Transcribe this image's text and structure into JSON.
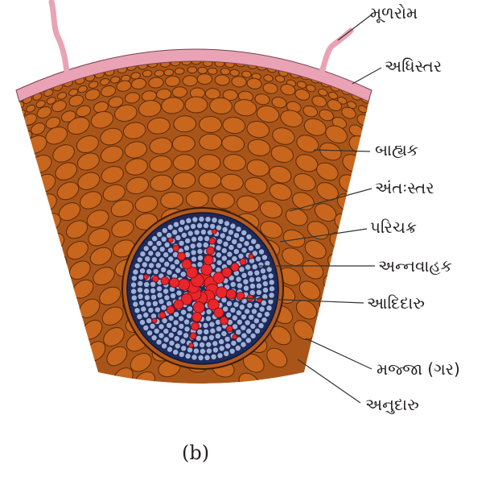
{
  "figure": {
    "caption": "(b)",
    "labels": [
      {
        "key": "root_hair",
        "text": "મૂળરોમ"
      },
      {
        "key": "epidermis",
        "text": "અધિસ્તર"
      },
      {
        "key": "cortex",
        "text": "બાહ્યક"
      },
      {
        "key": "endodermis",
        "text": "અંતઃસ્તર"
      },
      {
        "key": "pericycle",
        "text": "પરિચક્ર"
      },
      {
        "key": "phloem",
        "text": "અન્નવાહક"
      },
      {
        "key": "protoxylem",
        "text": "આદિદારુ"
      },
      {
        "key": "pith",
        "text": "મજ્જા (ગર)"
      },
      {
        "key": "metaxylem",
        "text": "અનુદારુ"
      }
    ]
  },
  "colors": {
    "cortex_cell": "#c8661e",
    "cell_outline": "#5a2a08",
    "epidermis": "#e9a3b5",
    "stele_bg": "#1e2a5a",
    "stele_cell": "#9fb2d6",
    "xylem": "#e8262b",
    "leader": "#333333"
  }
}
